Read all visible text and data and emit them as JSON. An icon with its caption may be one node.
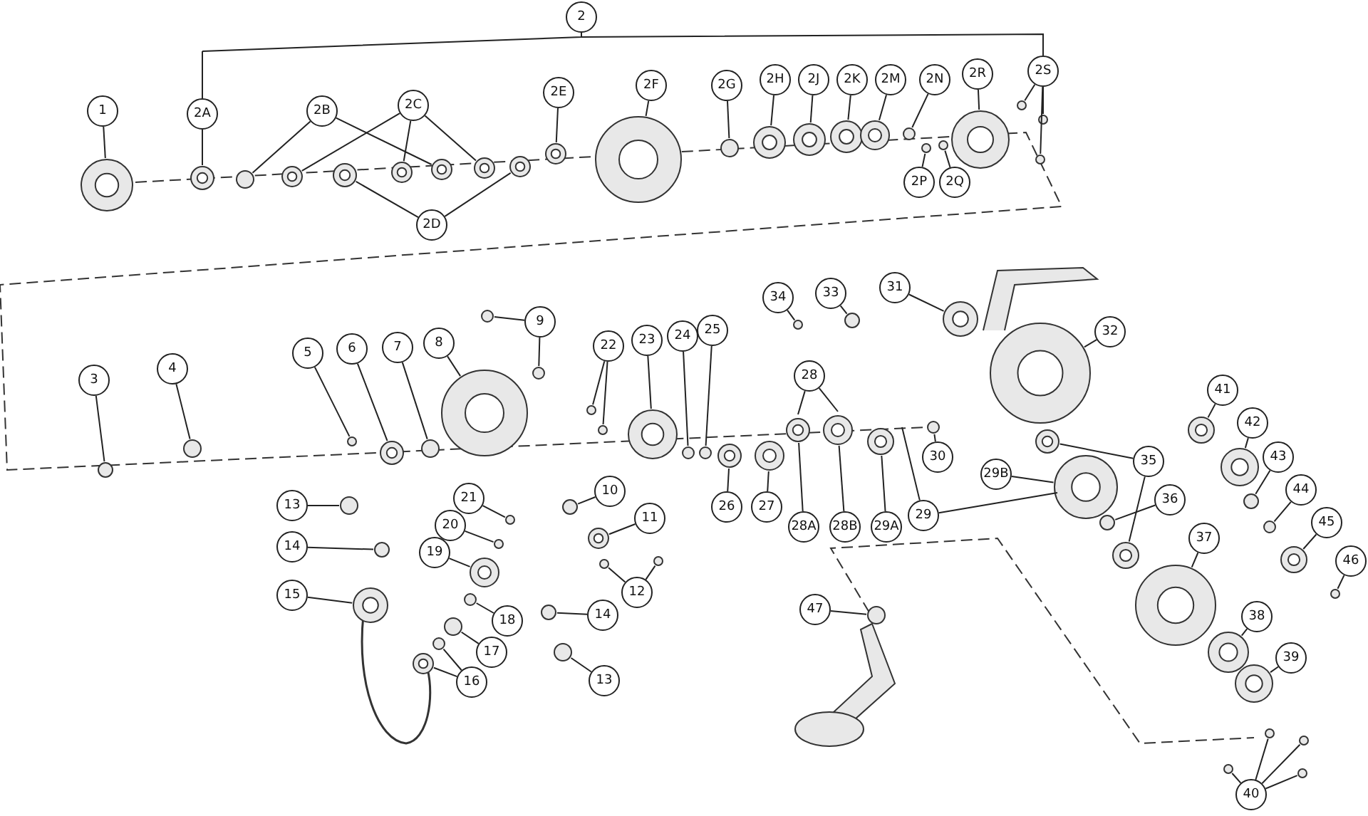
{
  "diagram": {
    "nodes": [
      {
        "text": [
          "2"
        ]
      },
      {
        "text": [
          "1"
        ]
      },
      {
        "text": [
          "2A"
        ]
      },
      {
        "text": [
          "2B"
        ]
      },
      {
        "text": [
          "2C"
        ]
      },
      {
        "text": [
          "2D"
        ]
      },
      {
        "text": [
          "2E"
        ]
      },
      {
        "text": [
          "2F"
        ]
      },
      {
        "text": [
          "2G"
        ]
      },
      {
        "text": [
          "2H"
        ]
      },
      {
        "text": [
          "2J"
        ]
      },
      {
        "text": [
          "2K"
        ]
      },
      {
        "text": [
          "2M"
        ]
      },
      {
        "text": [
          "2N"
        ]
      },
      {
        "text": [
          "2P"
        ]
      },
      {
        "text": [
          "2Q"
        ]
      },
      {
        "text": [
          "2R"
        ]
      },
      {
        "text": [
          "2S"
        ]
      },
      {
        "text": [
          "3"
        ]
      },
      {
        "text": [
          "4"
        ]
      },
      {
        "text": [
          "5"
        ]
      },
      {
        "text": [
          "6"
        ]
      },
      {
        "text": [
          "7"
        ]
      },
      {
        "text": [
          "8"
        ]
      },
      {
        "text": [
          "9"
        ]
      },
      {
        "text": [
          "10"
        ]
      },
      {
        "text": [
          "11"
        ]
      },
      {
        "text": [
          "12"
        ]
      },
      {
        "text": [
          "13"
        ]
      },
      {
        "text": [
          "14"
        ]
      },
      {
        "text": [
          "15"
        ]
      },
      {
        "text": [
          "16"
        ]
      },
      {
        "text": [
          "17"
        ]
      },
      {
        "text": [
          "18"
        ]
      },
      {
        "text": [
          "19"
        ]
      },
      {
        "text": [
          "20"
        ]
      },
      {
        "text": [
          "21"
        ]
      },
      {
        "text": [
          "14"
        ]
      },
      {
        "text": [
          "13"
        ]
      },
      {
        "text": [
          "22"
        ]
      },
      {
        "text": [
          "23"
        ]
      },
      {
        "text": [
          "24"
        ]
      },
      {
        "text": [
          "25"
        ]
      },
      {
        "text": [
          "26"
        ]
      },
      {
        "text": [
          "27"
        ]
      },
      {
        "text": [
          "28"
        ]
      },
      {
        "text": [
          "28A"
        ]
      },
      {
        "text": [
          "28B"
        ]
      },
      {
        "text": [
          "29"
        ]
      },
      {
        "text": [
          "29A"
        ]
      },
      {
        "text": [
          "29B"
        ]
      },
      {
        "text": [
          "30"
        ]
      },
      {
        "text": [
          "31"
        ]
      },
      {
        "text": [
          "32"
        ]
      },
      {
        "text": [
          "33"
        ]
      },
      {
        "text": [
          "34"
        ]
      },
      {
        "text": [
          "35"
        ]
      },
      {
        "text": [
          "36"
        ]
      },
      {
        "text": [
          "37"
        ]
      },
      {
        "text": [
          "38"
        ]
      },
      {
        "text": [
          "39"
        ]
      },
      {
        "text": [
          "40"
        ]
      },
      {
        "text": [
          "41"
        ]
      },
      {
        "text": [
          "42"
        ]
      },
      {
        "text": [
          "43"
        ]
      },
      {
        "text": [
          "44"
        ]
      },
      {
        "text": [
          "45"
        ]
      },
      {
        "text": [
          "46"
        ]
      },
      {
        "text": [
          "47"
        ]
      }
    ],
    "edges": [
      {
        "from": 1,
        "to": null,
        "arrow": "none"
      },
      {
        "from": 2,
        "to": null,
        "arrow": "none"
      },
      {
        "from": 3,
        "to": null,
        "arrow": "none"
      },
      {
        "from": 3,
        "to": null,
        "arrow": "none"
      },
      {
        "from": 4,
        "to": null,
        "arrow": "none"
      },
      {
        "from": 4,
        "to": null,
        "arrow": "none"
      },
      {
        "from": 4,
        "to": null,
        "arrow": "none"
      },
      {
        "from": 5,
        "to": null,
        "arrow": "none"
      },
      {
        "from": 5,
        "to": null,
        "arrow": "none"
      },
      {
        "from": 6,
        "to": null,
        "arrow": "none"
      },
      {
        "from": 7,
        "to": null,
        "arrow": "none"
      },
      {
        "from": 8,
        "to": null,
        "arrow": "none"
      },
      {
        "from": 9,
        "to": null,
        "arrow": "none"
      },
      {
        "from": 10,
        "to": null,
        "arrow": "none"
      },
      {
        "from": 11,
        "to": null,
        "arrow": "none"
      },
      {
        "from": 12,
        "to": null,
        "arrow": "none"
      },
      {
        "from": 13,
        "to": null,
        "arrow": "none"
      },
      {
        "from": 14,
        "to": null,
        "arrow": "none"
      },
      {
        "from": 15,
        "to": null,
        "arrow": "none"
      },
      {
        "from": 16,
        "to": null,
        "arrow": "none"
      },
      {
        "from": 17,
        "to": null,
        "arrow": "none"
      },
      {
        "from": 17,
        "to": null,
        "arrow": "none"
      },
      {
        "from": 17,
        "to": null,
        "arrow": "none"
      },
      {
        "from": 18,
        "to": null,
        "arrow": "none"
      },
      {
        "from": 19,
        "to": null,
        "arrow": "none"
      },
      {
        "from": 20,
        "to": null,
        "arrow": "none"
      },
      {
        "from": 21,
        "to": null,
        "arrow": "none"
      },
      {
        "from": 22,
        "to": null,
        "arrow": "none"
      },
      {
        "from": 23,
        "to": null,
        "arrow": "none"
      },
      {
        "from": 24,
        "to": null,
        "arrow": "none"
      },
      {
        "from": 24,
        "to": null,
        "arrow": "none"
      },
      {
        "from": 25,
        "to": null,
        "arrow": "none"
      },
      {
        "from": 26,
        "to": null,
        "arrow": "none"
      },
      {
        "from": 27,
        "to": null,
        "arrow": "none"
      },
      {
        "from": 27,
        "to": null,
        "arrow": "none"
      },
      {
        "from": 28,
        "to": null,
        "arrow": "none"
      },
      {
        "from": 29,
        "to": null,
        "arrow": "none"
      },
      {
        "from": 30,
        "to": null,
        "arrow": "none"
      },
      {
        "from": 31,
        "to": null,
        "arrow": "none"
      },
      {
        "from": 31,
        "to": null,
        "arrow": "none"
      },
      {
        "from": 32,
        "to": null,
        "arrow": "none"
      },
      {
        "from": 33,
        "to": null,
        "arrow": "none"
      },
      {
        "from": 34,
        "to": null,
        "arrow": "none"
      },
      {
        "from": 35,
        "to": null,
        "arrow": "none"
      },
      {
        "from": 36,
        "to": null,
        "arrow": "none"
      },
      {
        "from": 37,
        "to": null,
        "arrow": "none"
      },
      {
        "from": 38,
        "to": null,
        "arrow": "none"
      },
      {
        "from": 39,
        "to": null,
        "arrow": "none"
      },
      {
        "from": 39,
        "to": null,
        "arrow": "none"
      },
      {
        "from": 40,
        "to": null,
        "arrow": "none"
      },
      {
        "from": 41,
        "to": null,
        "arrow": "none"
      },
      {
        "from": 42,
        "to": null,
        "arrow": "none"
      },
      {
        "from": 43,
        "to": null,
        "arrow": "none"
      },
      {
        "from": 44,
        "to": null,
        "arrow": "none"
      },
      {
        "from": 45,
        "to": null,
        "arrow": "none"
      },
      {
        "from": 45,
        "to": null,
        "arrow": "none"
      },
      {
        "from": 46,
        "to": null,
        "arrow": "none"
      },
      {
        "from": 47,
        "to": null,
        "arrow": "none"
      },
      {
        "from": 48,
        "to": null,
        "arrow": "none"
      },
      {
        "from": 48,
        "to": null,
        "arrow": "none"
      },
      {
        "from": 49,
        "to": null,
        "arrow": "none"
      },
      {
        "from": 50,
        "to": null,
        "arrow": "none"
      },
      {
        "from": 51,
        "to": null,
        "arrow": "none"
      },
      {
        "from": 52,
        "to": null,
        "arrow": "none"
      },
      {
        "from": 53,
        "to": null,
        "arrow": "none"
      },
      {
        "from": 54,
        "to": null,
        "arrow": "none"
      },
      {
        "from": 55,
        "to": null,
        "arrow": "none"
      },
      {
        "from": 56,
        "to": null,
        "arrow": "none"
      },
      {
        "from": 56,
        "to": null,
        "arrow": "none"
      },
      {
        "from": 57,
        "to": null,
        "arrow": "none"
      },
      {
        "from": 58,
        "to": null,
        "arrow": "none"
      },
      {
        "from": 59,
        "to": null,
        "arrow": "none"
      },
      {
        "from": 60,
        "to": null,
        "arrow": "none"
      },
      {
        "from": 61,
        "to": null,
        "arrow": "none"
      },
      {
        "from": 61,
        "to": null,
        "arrow": "none"
      },
      {
        "from": 61,
        "to": null,
        "arrow": "none"
      },
      {
        "from": 61,
        "to": null,
        "arrow": "none"
      },
      {
        "from": 62,
        "to": null,
        "arrow": "none"
      },
      {
        "from": 63,
        "to": null,
        "arrow": "none"
      },
      {
        "from": 64,
        "to": null,
        "arrow": "none"
      },
      {
        "from": 65,
        "to": null,
        "arrow": "none"
      },
      {
        "from": 66,
        "to": null,
        "arrow": "none"
      },
      {
        "from": 67,
        "to": null,
        "arrow": "none"
      },
      {
        "from": 68,
        "to": null,
        "arrow": "none"
      }
    ]
  }
}
